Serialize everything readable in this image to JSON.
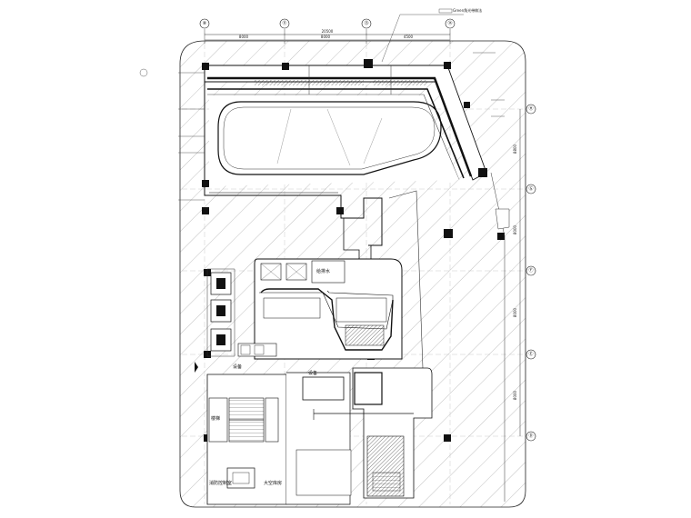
{
  "drawing": {
    "axes_top": [
      "⑧",
      "⑪",
      "⑬",
      "⑭"
    ],
    "axes_right": [
      "Ⓗ",
      "Ⓖ",
      "Ⓕ",
      "Ⓔ",
      "Ⓓ"
    ],
    "dimensions_top": [
      "20500",
      "8000",
      "8000",
      "4500"
    ],
    "dimensions_right": [
      "8800",
      "8000",
      "8000",
      "8000"
    ],
    "labels": {
      "tag_top": "Green角光带做法",
      "room_left_a": "设备",
      "room_left_b": "消防控制室",
      "room_bottom": "大空库房",
      "room_stair": "楼梯",
      "room_mid": "设备",
      "room_box": "给排水"
    },
    "colors": {
      "line": "#1a1a1a",
      "hatch": "#9a9a9a",
      "fill": "#111111",
      "paper": "#ffffff"
    }
  }
}
